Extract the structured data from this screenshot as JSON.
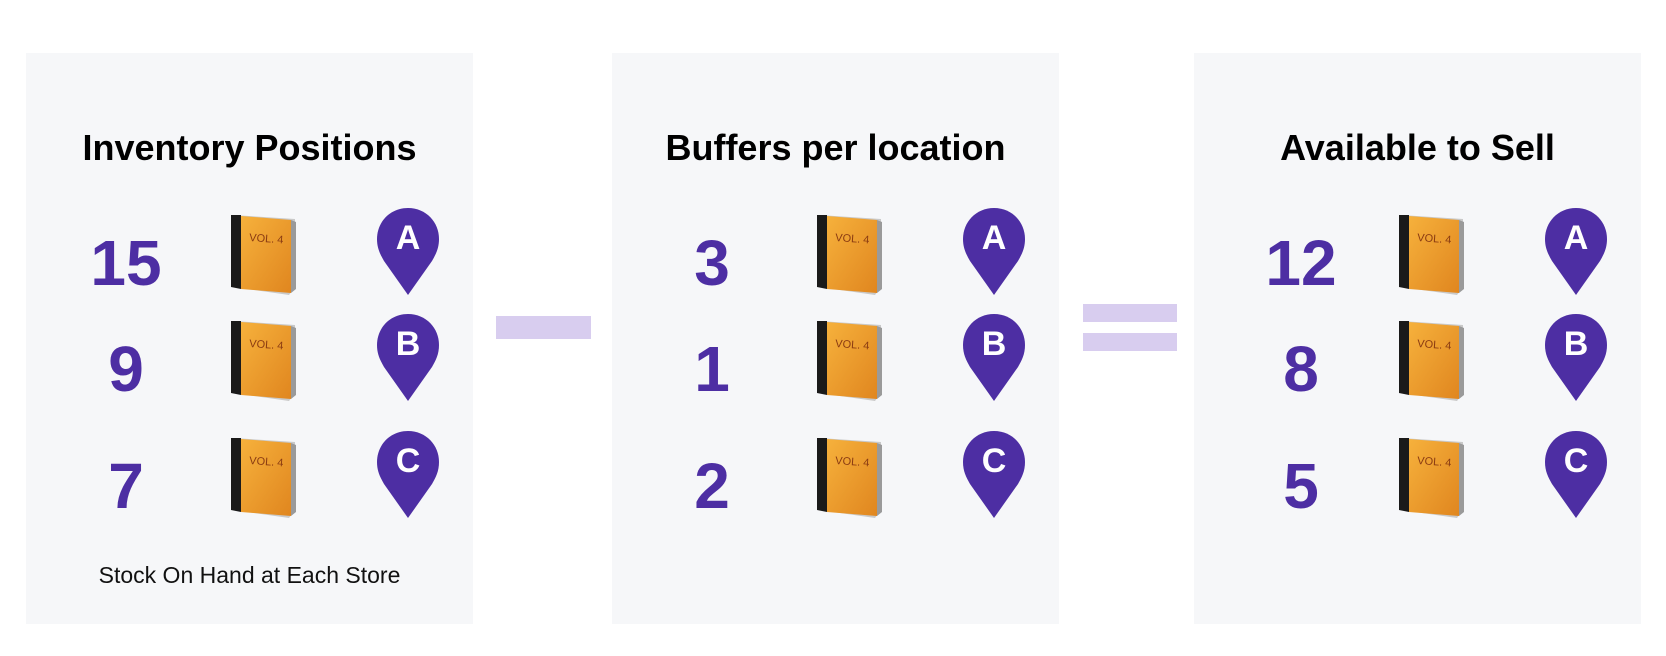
{
  "colors": {
    "panel_bg": "#f6f7f9",
    "accent": "#4d2ea3",
    "operator": "#d8cdef",
    "book": "#f0a02e"
  },
  "book_icon": {
    "name": "orange-book-icon",
    "label": "VOL. 4"
  },
  "operators": [
    "minus",
    "equals"
  ],
  "panels": [
    {
      "title": "Inventory Positions",
      "caption": "Stock On Hand at Each Store",
      "rows": [
        {
          "value": "15",
          "location": "A"
        },
        {
          "value": "9",
          "location": "B"
        },
        {
          "value": "7",
          "location": "C"
        }
      ]
    },
    {
      "title": "Buffers per location",
      "rows": [
        {
          "value": "3",
          "location": "A"
        },
        {
          "value": "1",
          "location": "B"
        },
        {
          "value": "2",
          "location": "C"
        }
      ]
    },
    {
      "title": "Available to Sell",
      "rows": [
        {
          "value": "12",
          "location": "A"
        },
        {
          "value": "8",
          "location": "B"
        },
        {
          "value": "5",
          "location": "C"
        }
      ]
    }
  ]
}
